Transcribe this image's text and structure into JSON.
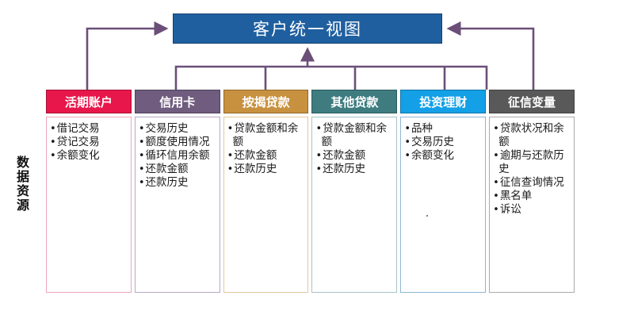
{
  "diagram": {
    "title": "客户统一视图",
    "side_label": "数据资源",
    "title_color": "#1F5FA0",
    "connector_color": "#6B4F78",
    "columns": [
      {
        "header": "活期账户",
        "color": "#E8174B",
        "body_border": "#EBA7BD",
        "items": [
          "借记交易",
          "贷记交易",
          "余额变化"
        ]
      },
      {
        "header": "信用卡",
        "color": "#6F5C7E",
        "body_border": "#B8A8C4",
        "items": [
          "交易历史",
          "额度使用情况",
          "循环信用余额",
          "还款金额",
          "还款历史"
        ]
      },
      {
        "header": "按揭贷款",
        "color": "#C8913F",
        "body_border": "#E2C89A",
        "items": [
          "贷款金额和余额",
          "还款金额",
          "还款历史"
        ]
      },
      {
        "header": "其他贷款",
        "color": "#3E7C80",
        "body_border": "#A7C3C6",
        "items": [
          "贷款金额和余额",
          "还款金额",
          "还款历史"
        ]
      },
      {
        "header": "投资理财",
        "color": "#14A0E6",
        "body_border": "#8FB6D4",
        "items": [
          "品种",
          "交易历史",
          "余额变化"
        ]
      },
      {
        "header": "征信变量",
        "color": "#595959",
        "body_border": "#AAAAAA",
        "items": [
          "贷款状况和余额",
          "逾期与还款历史",
          "征信查询情况",
          "黑名单",
          "诉讼"
        ]
      }
    ]
  }
}
